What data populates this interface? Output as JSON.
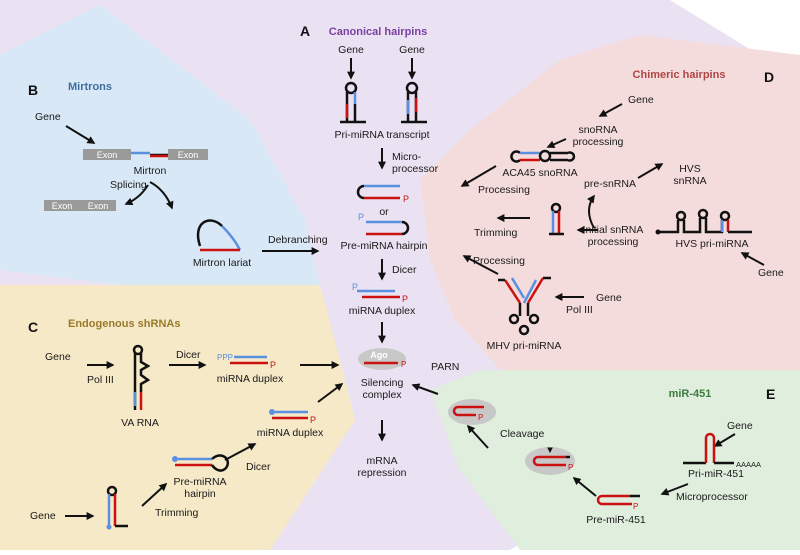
{
  "panels": {
    "A": {
      "letter": "A",
      "title": "Canonical hairpins",
      "title_color": "#7b3fa0",
      "labels": {
        "gene1": "Gene",
        "gene2": "Gene",
        "pri": "Pri-miRNA transcript",
        "micro1": "Micro-",
        "micro2": "processor",
        "or": "or",
        "pre": "Pre-miRNA hairpin",
        "dicer": "Dicer",
        "duplex": "miRNA duplex",
        "ago": "Ago",
        "silencing1": "Silencing",
        "silencing2": "complex",
        "repression1": "mRNA",
        "repression2": "repression"
      }
    },
    "B": {
      "letter": "B",
      "title": "Mirtrons",
      "title_color": "#3f6f9e",
      "labels": {
        "gene": "Gene",
        "exon1": "Exon",
        "exon2": "Exon",
        "mirtron": "Mirtron",
        "splicing": "Splicing",
        "exon3": "Exon",
        "exon4": "Exon",
        "lariat": "Mirtron lariat",
        "debranching": "Debranching"
      }
    },
    "C": {
      "letter": "C",
      "title": "Endogenous shRNAs",
      "title_color": "#9a7a2a",
      "labels": {
        "gene1": "Gene",
        "pol": "Pol III",
        "va": "VA RNA",
        "dicer1": "Dicer",
        "duplex1": "miRNA duplex",
        "duplex2": "miRNA duplex",
        "dicer2": "Dicer",
        "pre1": "Pre-miRNA",
        "pre2": "hairpin",
        "gene2": "Gene",
        "trimming": "Trimming",
        "ppp": "PPP"
      }
    },
    "D": {
      "letter": "D",
      "title": "Chimeric hairpins",
      "title_color": "#b04545",
      "labels": {
        "gene1": "Gene",
        "sno1": "snoRNA",
        "sno2": "processing",
        "aca": "ACA45 snoRNA",
        "processing1": "Processing",
        "hvs1": "HVS",
        "hvs2": "snRNA",
        "presn": "pre-snRNA",
        "trimming": "Trimming",
        "init1": "Initial snRNA",
        "init2": "processing",
        "hvspri": "HVS pri-miRNA",
        "gene2": "Gene",
        "processing2": "Processing",
        "gene3": "Gene",
        "pol": "Pol III",
        "mhv": "MHV pri-miRNA"
      }
    },
    "E": {
      "letter": "E",
      "title": "miR-451",
      "title_color": "#3f7a3f",
      "labels": {
        "parn": "PARN",
        "cleavage": "Cleavage",
        "gene": "Gene",
        "pri": "Pri-miR-451",
        "polya": "AAAAA",
        "micro": "Microprocessor",
        "pre": "Pre-miR-451"
      }
    }
  },
  "p_mark": "P",
  "colors": {
    "rna": "#111111",
    "guide": "#cc1111",
    "passenger": "#5b8fe0",
    "ago": "#cccccc",
    "exon": "#9a9a9a"
  }
}
